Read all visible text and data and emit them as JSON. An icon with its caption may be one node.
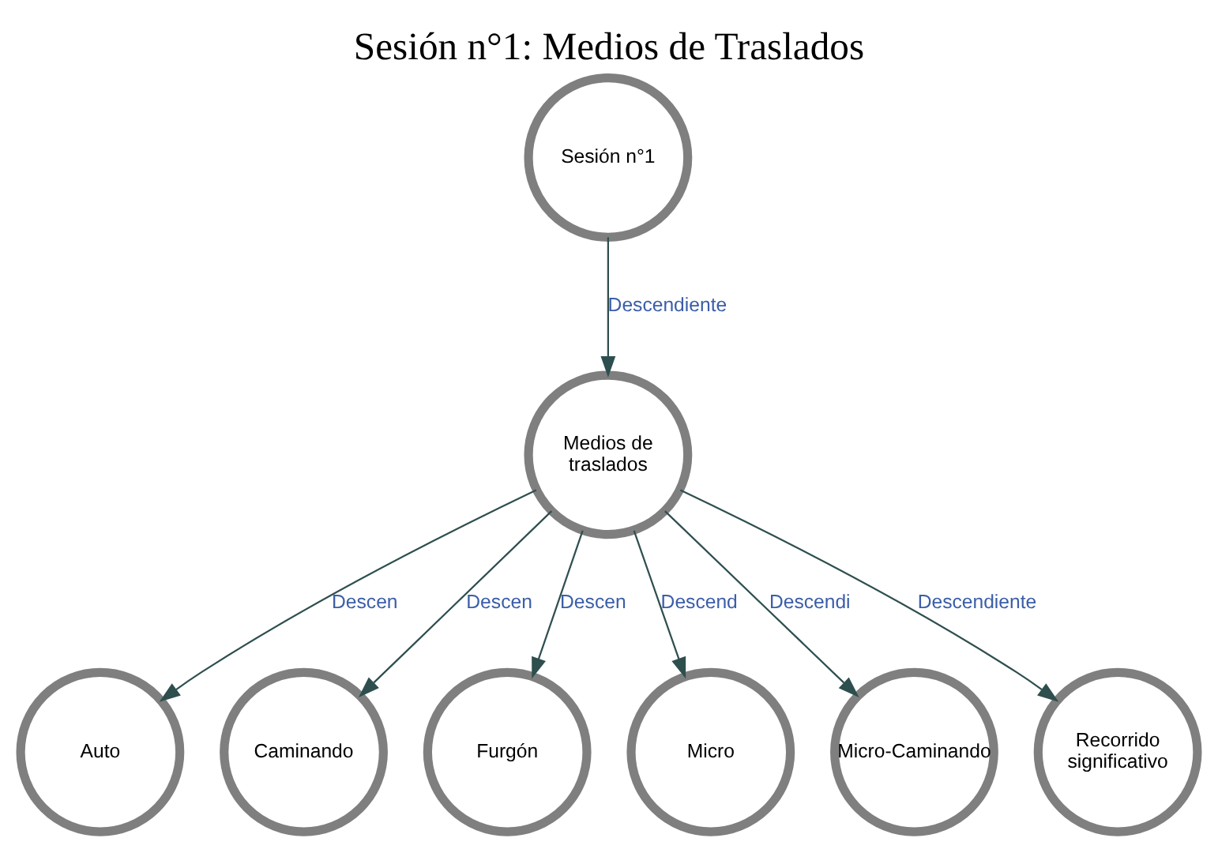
{
  "diagram": {
    "title": "Sesión n°1: Medios de Traslados",
    "nodes": [
      {
        "text": [
          "Sesión n°1"
        ]
      },
      {
        "text": [
          "Medios de traslados"
        ]
      },
      {
        "text": [
          "Auto"
        ]
      },
      {
        "text": [
          "Caminando"
        ]
      },
      {
        "text": [
          "Furgón"
        ]
      },
      {
        "text": [
          "Micro"
        ]
      },
      {
        "text": [
          "Micro-Caminando"
        ]
      },
      {
        "text": [
          "Recorrido significativo"
        ]
      }
    ],
    "edges": [
      {
        "from": 0,
        "to": 1,
        "arrow": "to",
        "label": "Descendiente"
      },
      {
        "from": 1,
        "to": 2,
        "arrow": "to",
        "label": "Descen"
      },
      {
        "from": 1,
        "to": 3,
        "arrow": "to",
        "label": "Descen"
      },
      {
        "from": 1,
        "to": 4,
        "arrow": "to",
        "label": "Descen"
      },
      {
        "from": 1,
        "to": 5,
        "arrow": "to",
        "label": "Descend"
      },
      {
        "from": 1,
        "to": 6,
        "arrow": "to",
        "label": "Descendi"
      },
      {
        "from": 1,
        "to": 7,
        "arrow": "to",
        "label": "Descendiente"
      }
    ]
  }
}
